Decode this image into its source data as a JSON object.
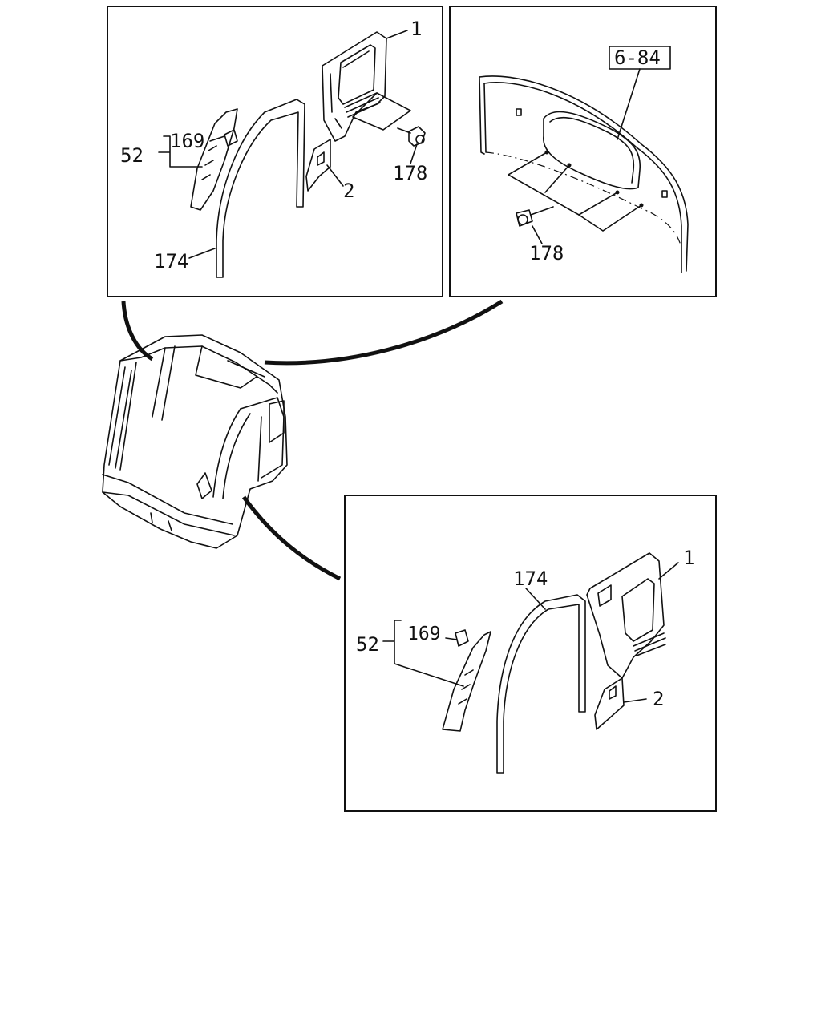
{
  "diagram": {
    "labels": {
      "top_left": {
        "part_1": "1",
        "part_169": "169",
        "part_52": "52",
        "part_178": "178",
        "part_2": "2",
        "part_174": "174"
      },
      "top_right": {
        "ref": "6-84",
        "part_178": "178"
      },
      "bottom_right": {
        "part_174": "174",
        "part_1": "1",
        "part_169": "169",
        "part_52": "52",
        "part_2": "2"
      }
    }
  }
}
